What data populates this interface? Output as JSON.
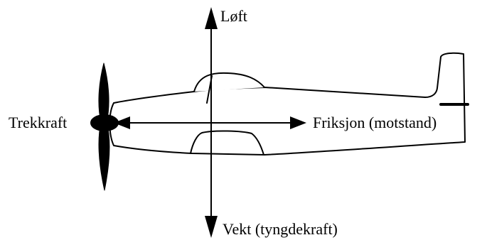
{
  "labels": {
    "lift": "Løft",
    "thrust": "Trekkraft",
    "drag": "Friksjon (motstand)",
    "weight": "Vekt (tyngdekraft)"
  },
  "colors": {
    "ink": "#000000",
    "background": "#ffffff"
  }
}
